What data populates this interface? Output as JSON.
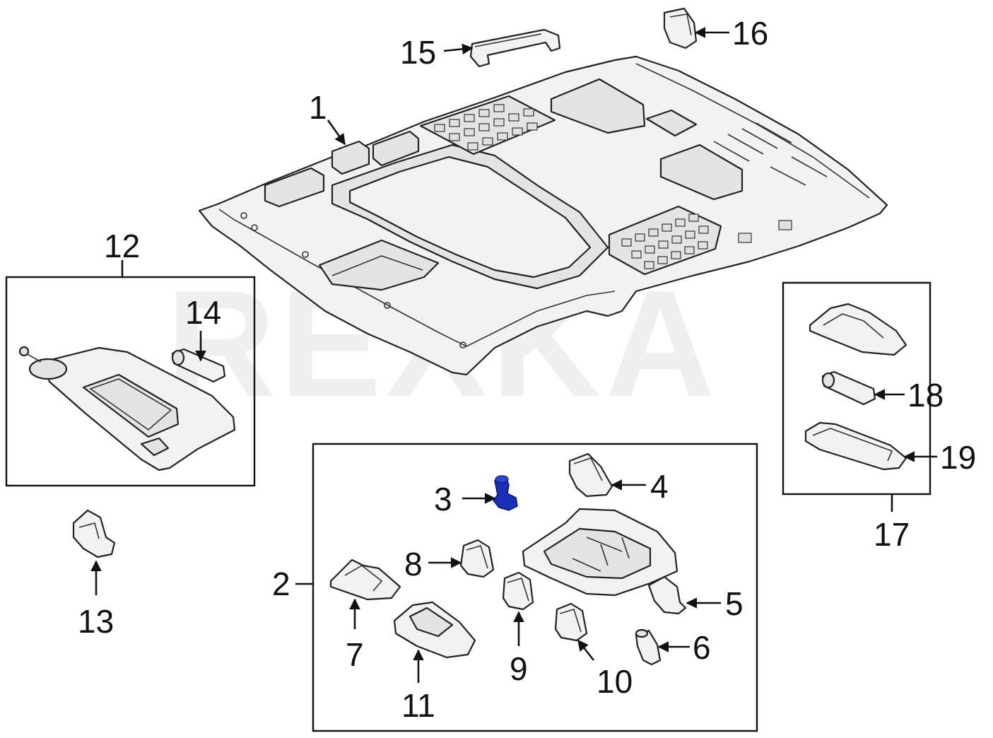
{
  "watermark": "REXKA",
  "colors": {
    "line": "#111111",
    "part_fill": "#f2f2f2",
    "highlight": "#1a2fb5"
  },
  "highlighted_part": "3",
  "callouts": {
    "c1": "1",
    "c2": "2",
    "c3": "3",
    "c4": "4",
    "c5": "5",
    "c6": "6",
    "c7": "7",
    "c8": "8",
    "c9": "9",
    "c10": "10",
    "c11": "11",
    "c12": "12",
    "c13": "13",
    "c14": "14",
    "c15": "15",
    "c16": "16",
    "c17": "17",
    "c18": "18",
    "c19": "19"
  }
}
